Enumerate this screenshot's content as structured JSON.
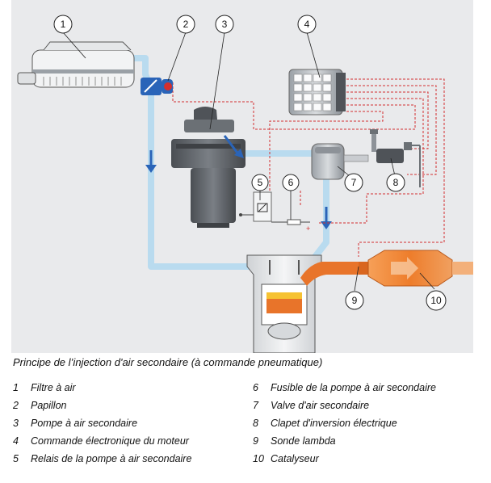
{
  "caption": "Principe de l’injection d'air secondaire (à commande pneumatique)",
  "callouts": [
    "1",
    "2",
    "3",
    "4",
    "5",
    "6",
    "7",
    "8",
    "9",
    "10"
  ],
  "legend": [
    {
      "num": "1",
      "label": "Filtre à air"
    },
    {
      "num": "2",
      "label": "Papillon"
    },
    {
      "num": "3",
      "label": "Pompe à air secondaire"
    },
    {
      "num": "4",
      "label": "Commande électronique du moteur"
    },
    {
      "num": "5",
      "label": "Relais de la pompe à air secondaire"
    },
    {
      "num": "6",
      "label": "Fusible de la pompe à air secondaire"
    },
    {
      "num": "7",
      "label": "Valve d'air secondaire"
    },
    {
      "num": "8",
      "label": "Clapet d'inversion électrique"
    },
    {
      "num": "9",
      "label": "Sonde lambda"
    },
    {
      "num": "10",
      "label": "Catalyseur"
    }
  ],
  "colors": {
    "background": "#e9eaec",
    "air_duct": "#b9dbef",
    "air_arrow": "#2a64b8",
    "exhaust": "#e8742a",
    "signal_line": "#d32f2f",
    "component_gray": "#5d6166"
  }
}
